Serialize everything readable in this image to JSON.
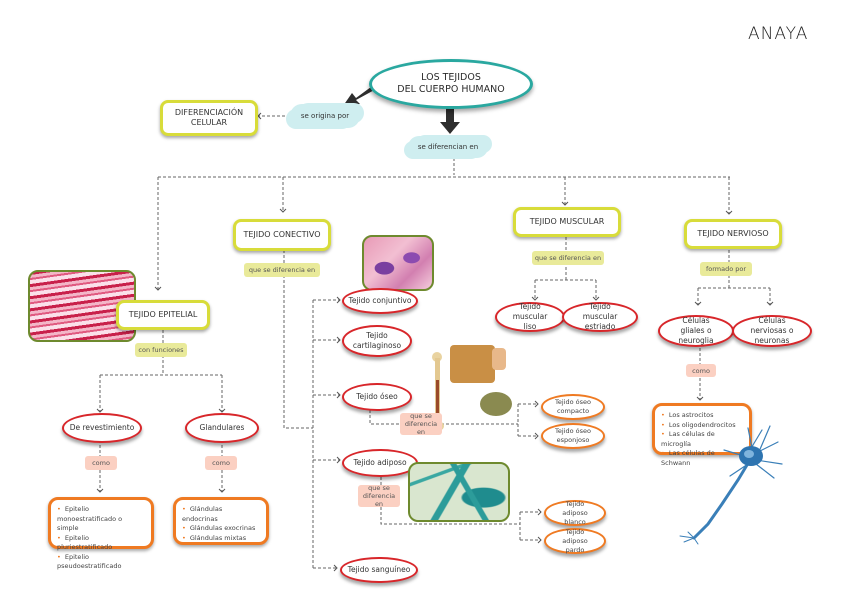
{
  "brand": {
    "logo_text": "ANAYA"
  },
  "title": {
    "line1": "LOS TEJIDOS",
    "line2": "DEL CUERPO HUMANO"
  },
  "origin": {
    "connector": "se origina por",
    "box_line1": "DIFERENCIACIÓN",
    "box_line2": "CELULAR"
  },
  "differ_connector": "se diferencian en",
  "colors": {
    "title_border": "#2aa8a0",
    "cloud": "#cfeef0",
    "yellow_border": "#d8dc3a",
    "yellow_label": "#e9ea9a",
    "red_border": "#d8262a",
    "orange_border": "#ef7a22",
    "pink_label": "#fbd0c2"
  },
  "epitelial": {
    "title": "TEJIDO EPITELIAL",
    "connector": "con funciones",
    "types": [
      {
        "label": "De revestimiento",
        "connector": "como",
        "items": [
          "Epitelio monoestratificado o simple",
          "Epitelio pluriestratificado",
          "Epitelio pseudoestratificado"
        ]
      },
      {
        "label": "Glandulares",
        "connector": "como",
        "items": [
          "Glándulas endocrinas",
          "Glándulas exocrinas",
          "Glándulas mixtas"
        ]
      }
    ]
  },
  "conectivo": {
    "title": "TEJIDO CONECTIVO",
    "connector": "que se diferencia en",
    "types": [
      {
        "label": "Tejido conjuntivo"
      },
      {
        "label": "Tejido cartilaginoso"
      },
      {
        "label": "Tejido óseo",
        "connector": "que se diferencia en",
        "subtypes": [
          "Tejido óseo compacto",
          "Tejido óseo esponjoso"
        ]
      },
      {
        "label": "Tejido adiposo",
        "connector": "que se diferencia en",
        "subtypes": [
          "Tejido adiposo blanco",
          "Tejido adiposo pardo"
        ]
      },
      {
        "label": "Tejido sanguíneo"
      }
    ]
  },
  "muscular": {
    "title": "TEJIDO MUSCULAR",
    "connector": "que se diferencia en",
    "types": [
      "Tejido muscular liso",
      "Tejido muscular estriado"
    ]
  },
  "nervioso": {
    "title": "TEJIDO NERVIOSO",
    "connector": "formado por",
    "types": [
      "Células gliales o neuroglia",
      "Células nerviosas o neuronas"
    ],
    "glia_connector": "como",
    "glia_items": [
      "Los astrocitos",
      "Los oligodendrocitos",
      "Las células de microglía",
      "Las células de Schwann"
    ]
  },
  "images": {
    "muscle_photo": "muscle-tissue-micrograph",
    "conjunctive_photo": "connective-tissue-micrograph",
    "bone_illustration": "bone-structure-illustration",
    "adipose_photo": "adipose-tissue-micrograph",
    "neuron_illustration": "neuron-illustration"
  }
}
